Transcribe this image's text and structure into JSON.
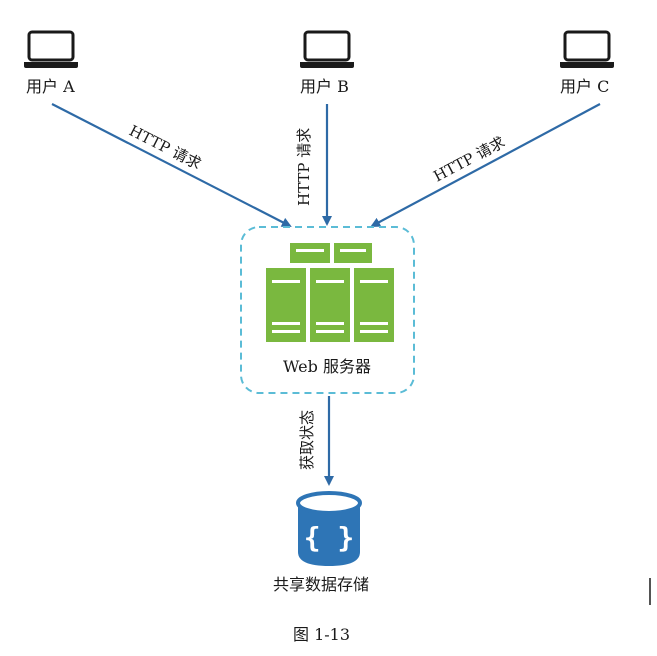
{
  "users": [
    {
      "label": "用户 A"
    },
    {
      "label": "用户 B"
    },
    {
      "label": "用户 C"
    }
  ],
  "edges": {
    "http_label": "HTTP 请求",
    "state_label": "获取状态"
  },
  "server": {
    "label": "Web 服务器",
    "icon": "server-rack-icon"
  },
  "storage": {
    "label": "共享数据存储",
    "icon": "database-icon",
    "glyph": "{ }"
  },
  "figure": {
    "caption": "图 1-13"
  },
  "colors": {
    "arrow": "#2e6aa6",
    "server_green": "#7ab83f",
    "server_stripe": "#ffffff",
    "dashed_border": "#5bbcd6",
    "database_blue": "#2e75b6",
    "laptop_stroke": "#1a1a1a"
  }
}
